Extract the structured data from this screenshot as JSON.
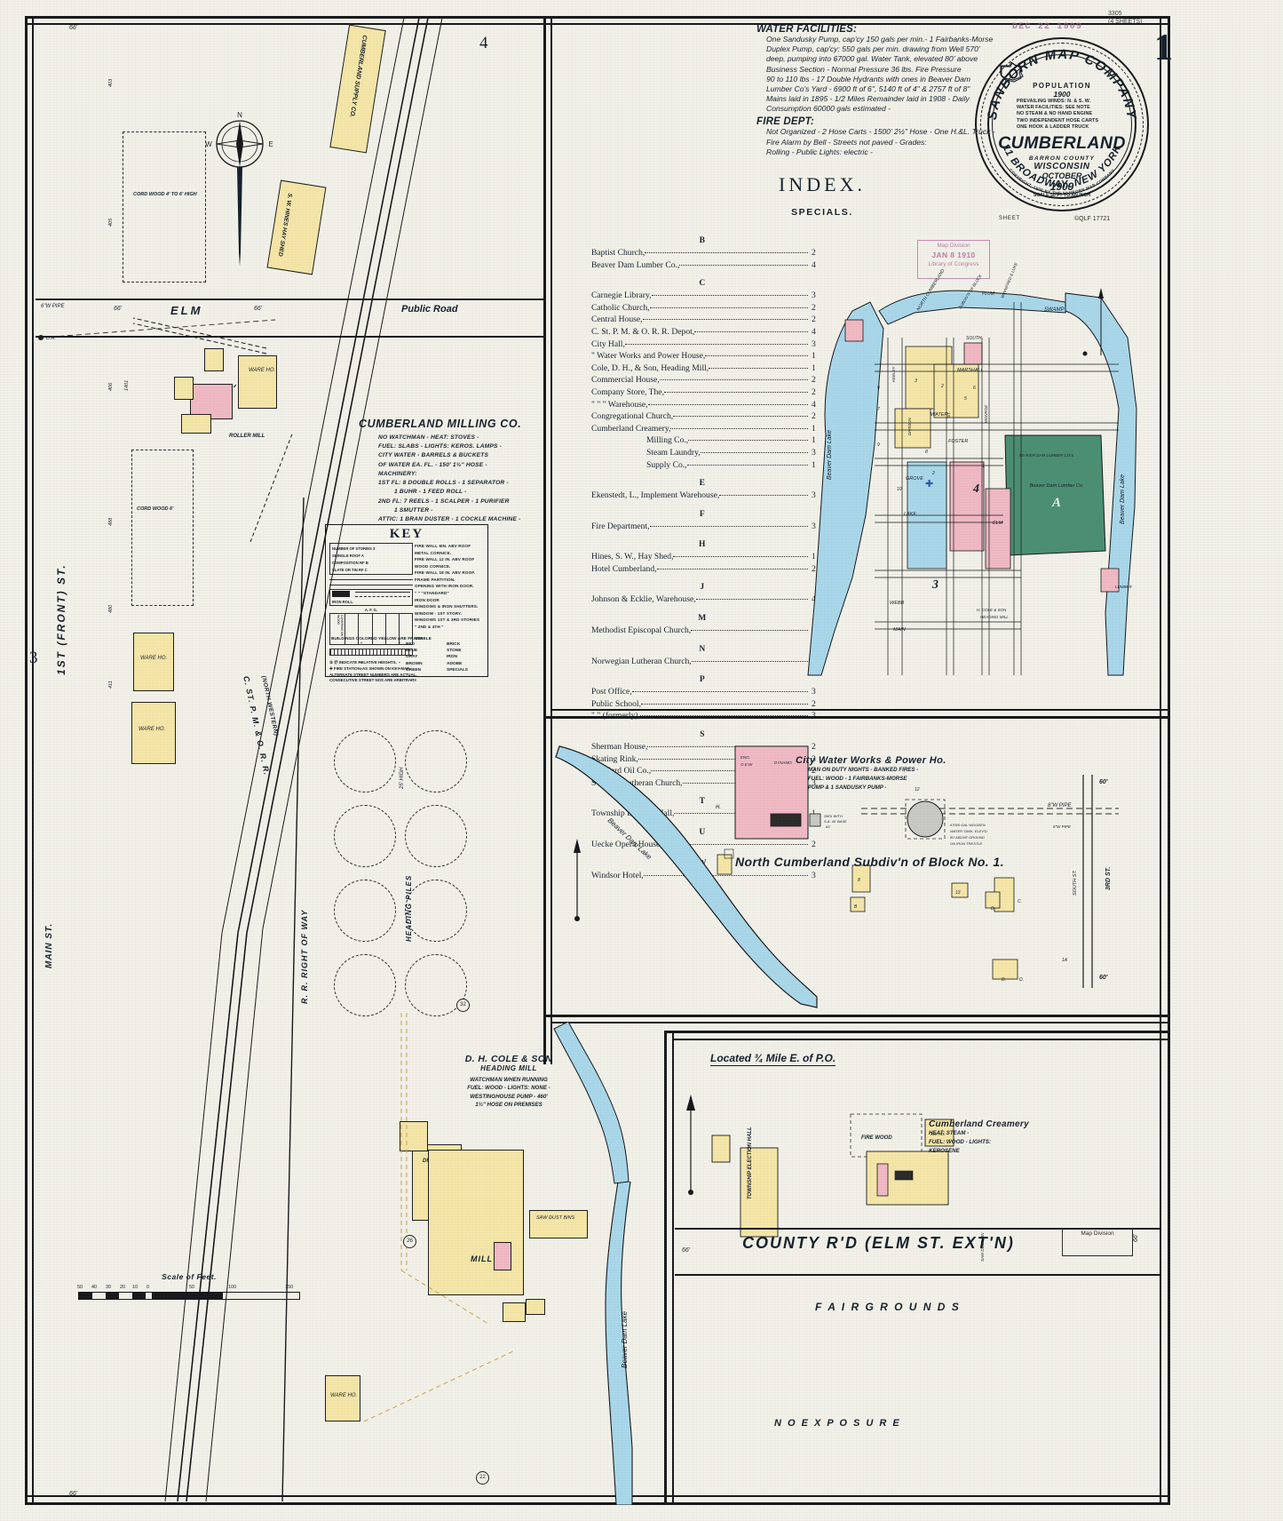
{
  "sheet": {
    "number": "1",
    "code_top": "3305\n(4 SHEETS)",
    "date_stamp": "DEC 22 1909",
    "copyright": "©QLF 17721"
  },
  "library_stamp": {
    "l1": "Map Division",
    "l2": "JAN 8 1910",
    "l3": "Library of Congress"
  },
  "water_facilities": {
    "heading": "WATER FACILITIES:",
    "lines": [
      "One Sandusky Pump, cap'cy 150 gals per min.- 1 Fairbanks-Morse",
      "Duplex Pump, cap'cy: 550 gals per min. drawing from Well 570'",
      "deep, pumping into 67000 gal. Water Tank, elevated 80' above",
      "Business Section - Normal Pressure 36 lbs. Fire Pressure",
      "90 to 110 lbs - 17 Double Hydrants with ones in Beaver Dam",
      "Lumber Co's Yard - 6900 ft of 6\", 5140 ft of 4\" & 2757 ft of 8\"",
      "Mains laid in 1895 - 1/2 Miles Remainder laid in 1908 - Daily",
      "Consumption 60000 gals estimated -"
    ],
    "fire_heading": "FIRE DEPT:",
    "fire_lines": [
      "Not Organized - 2 Hose Carts - 1500' 2½\" Hose - One H.&L. Truck -",
      "Fire Alarm by Bell - Streets not paved - Grades:",
      "Rolling - Public Lights: electric -"
    ]
  },
  "seal": {
    "company": "SANBORN MAP COMPANY",
    "population_label": "POPULATION",
    "population_year": "1900",
    "notes": [
      "PREVAILING WINDS: N. & S. W.",
      "WATER FACILITIES: SEE NOTE",
      "NO STEAM & NO HAND ENGINE",
      "TWO INDEPENDENT HOSE CARTS",
      "ONE HOOK & LADDER TRUCK"
    ],
    "city": "CUMBERLAND",
    "county": "BARRON COUNTY",
    "state": "WISCONSIN",
    "month": "OCTOBER",
    "year": "1909",
    "scale": "SCALE 50 FT TO AN INCH",
    "address": "11 BROADWAY, NEW YORK",
    "copyright_ring": "COPYRIGHT, 1909 BY THE SANBORN MAP COMPANY"
  },
  "index": {
    "title": "INDEX.",
    "subtitle": "SPECIALS.",
    "sheet_label": "SHEET",
    "entries": [
      {
        "letter": "B"
      },
      {
        "name": "Baptist Church,",
        "page": "2",
        "indent": 0
      },
      {
        "name": "Beaver Dam Lumber Co.,",
        "page": "4",
        "indent": 0
      },
      {
        "letter": "C"
      },
      {
        "name": "Carnegie Library,",
        "page": "3",
        "indent": 0
      },
      {
        "name": "Catholic Church,",
        "page": "2",
        "indent": 0
      },
      {
        "name": "Central House,",
        "page": "2",
        "indent": 0
      },
      {
        "name": "C. St. P. M. & O. R. R. Depot,",
        "page": "4",
        "indent": 0
      },
      {
        "name": "City Hall,",
        "page": "3",
        "indent": 0
      },
      {
        "name": "\"    Water Works and Power House,",
        "page": "1",
        "indent": 0
      },
      {
        "name": "Cole, D. H., & Son, Heading Mill,",
        "page": "1",
        "indent": 0
      },
      {
        "name": "Commercial House,",
        "page": "2",
        "indent": 0
      },
      {
        "name": "Company Store, The,",
        "page": "2",
        "indent": 0
      },
      {
        "name": "\"        \"      \"    Warehouse,",
        "page": "4",
        "indent": 0
      },
      {
        "name": "Congregational Church,",
        "page": "2",
        "indent": 0
      },
      {
        "name": "Cumberland Creamery,",
        "page": "1",
        "indent": 0
      },
      {
        "name": "Milling Co.,",
        "page": "1",
        "indent": 2
      },
      {
        "name": "Steam Laundry,",
        "page": "3",
        "indent": 2
      },
      {
        "name": "Supply Co.,",
        "page": "1",
        "indent": 2
      },
      {
        "letter": "E"
      },
      {
        "name": "Ekenstedt, L., Implement Warehouse,",
        "page": "3",
        "indent": 0
      },
      {
        "letter": "F"
      },
      {
        "name": "Fire Department,",
        "page": "3",
        "indent": 0
      },
      {
        "letter": "H"
      },
      {
        "name": "Hines, S. W., Hay Shed,",
        "page": "1",
        "indent": 0
      },
      {
        "name": "Hotel Cumberland,",
        "page": "2",
        "indent": 0
      },
      {
        "letter": "J"
      },
      {
        "name": "Johnson & Ecklie, Warehouse,",
        "page": "4",
        "indent": 0
      },
      {
        "letter": "M"
      },
      {
        "name": "Methodist Episcopal Church,",
        "page": "2",
        "indent": 0
      },
      {
        "letter": "N"
      },
      {
        "name": "Norwegian Lutheran Church,",
        "page": "3",
        "indent": 0
      },
      {
        "letter": "P"
      },
      {
        "name": "Post Office,",
        "page": "3",
        "indent": 0
      },
      {
        "name": "Public School,",
        "page": "2",
        "indent": 0
      },
      {
        "name": "\"        \"     (formerly),",
        "page": "3",
        "indent": 0
      },
      {
        "letter": "S"
      },
      {
        "name": "Sherman House,",
        "page": "2",
        "indent": 0
      },
      {
        "name": "Skating Rink,",
        "page": "3",
        "indent": 0
      },
      {
        "name": "Standard Oil Co.,",
        "page": "2",
        "indent": 0
      },
      {
        "name": "Swedish Lutheran Church,",
        "page": "3",
        "indent": 0
      },
      {
        "letter": "T"
      },
      {
        "name": "Township Election Hall,",
        "page": "1",
        "indent": 0
      },
      {
        "letter": "U"
      },
      {
        "name": "Uecke Opera House,",
        "page": "2",
        "indent": 0
      },
      {
        "letter": "W"
      },
      {
        "name": "Windsor Hotel,",
        "page": "3",
        "indent": 0
      }
    ]
  },
  "key": {
    "title": "KEY",
    "symbol_rows": [
      "NUMBER OF STORIES  3",
      "SHINGLE ROOF        A",
      "COMPOSITION RF  B",
      "SLATE OR TIN RF  C",
      "IRON ROLL.",
      "FIRE WALLS",
      "PILASTER",
      "A.  F.        G.",
      "COVERING ON WOOD"
    ],
    "lines": [
      "FIRE WALL 6IN. ABV ROOF",
      "METAL CORNICE.",
      "FIRE WALL 12 IN. ABV ROOF",
      "WOOD CORNICE.",
      "FIRE WALL 18 IN. ABV ROOF.",
      "FRAME PARTITION.",
      "OPENING WITH IRON DOOR.",
      "   \"      \"  \"STANDARD\"",
      "          IRON DOOR",
      "WINDOWS & IRON SHUTTERS.",
      "WINDOW - 1ST STORY.",
      "WINDOWS 1ST & 3RD STORIES",
      "   \"        2ND & 4TH    \"",
      "STABLE"
    ],
    "color_header": "BUILDINGS COLORED YELLOW ARE FRAME",
    "colors": [
      {
        "c1": "\"",
        "c2": "\"",
        "name": "RED",
        "material": "BRICK"
      },
      {
        "c1": "\"",
        "c2": "\"",
        "name": "BLUE",
        "material": "STONE"
      },
      {
        "c1": "\"",
        "c2": "\"",
        "name": "GRAY",
        "material": "IRON"
      },
      {
        "c1": "\"",
        "c2": "\"",
        "name": "BROWN",
        "material": "ADOBE"
      },
      {
        "c1": "\"",
        "c2": "\"",
        "name": "GREEN",
        "material": "SPECIALS"
      }
    ],
    "footer": [
      "⑤ ㉗ INDICATE RELATIVE HEIGHTS.",
      "✚ FIRE STATION, AS SHOWN ON KEY MAP.",
      "ALTERNATE STREET NUMBERS ARE ACTUAL,",
      "CONSECUTIVE STREET NOS ARE ARBITRARY."
    ]
  },
  "milling": {
    "title": "CUMBERLAND MILLING CO.",
    "lines": [
      "NO  WATCHMAN - HEAT: STOVES -",
      "FUEL: SLABS - LIGHTS: KEROS. LAMPS -",
      "CITY WATER - BARRELS & BUCKETS",
      "OF WATER EA. FL. - 150' 1½\" HOSE -",
      "MACHINERY:",
      "1ST FL: 8 DOUBLE ROLLS - 1 SEPARATOR -",
      "1 BUHR - 1 FEED ROLL -",
      "2ND FL: 7 REELS - 1 SCALPER - 1 PURIFIER",
      "1 SMUTTER -",
      "ATTIC: 1 BRAN DUSTER - 1 COCKLE MACHINE -"
    ]
  },
  "cole_mill": {
    "title": "D. H. COLE & SON",
    "subtitle": "HEADING MILL",
    "lines": [
      "WATCHMAN WHEN RUNNING",
      "FUEL: WOOD - LIGHTS: NONE -",
      "WESTINGHOUSE PUMP - 460'",
      "1½\" HOSE ON PREMISES"
    ]
  },
  "water_works": {
    "title": "City Water Works & Power Ho.",
    "lines": [
      "MAN ON DUTY NIGHTS - BANKED FIRES -",
      "FUEL: WOOD - 1 FAIRBANKS-MORSE",
      "PUMP & 1 SANDUSKY PUMP -"
    ]
  },
  "creamery": {
    "title": "Cumberland Creamery",
    "lines": [
      "HEAT: STEAM -",
      "FUEL: WOOD - LIGHTS:",
      "KEROSENE"
    ]
  },
  "map_labels": {
    "subdiv": "North Cumberland Subdiv'n of Block No. 1.",
    "located": "Located ¾ Mile E. of P.O.",
    "county_rd": "COUNTY  R'D      (ELM  ST. EXT'N)",
    "fair_grounds": "F A I R   G R O U N D S",
    "no_exposure": "N O    E X P O S U R E",
    "map_division": "Map Division",
    "elm": "ELM",
    "public_road": "Public Road",
    "first_front_st": "1ST  (FRONT)  ST.",
    "main_st": "MAIN  ST.",
    "third_st": "3RD   ST.",
    "south_st": "SOUTH ST.",
    "rr_right_of_way": "R. R.  RIGHT  OF  WAY",
    "rr_name": "C. ST. P. M. & O. R. R.",
    "rr_name2": "(NORTH WESTERN)",
    "beaver_dam_lake": "Beaver Dam Lake",
    "beaver_dam_lake2": "Beaver  Dam  Lake",
    "hines_shed": "S. W. HINES HAY SHED",
    "cumberland_supply": "CUMBERLAND SUPPLY CO.",
    "cord_wood_1": "CORD WOOD 4' TO 6' HIGH",
    "cord_wood_2": "CORD WOOD 6'",
    "heading_piles": "HEADING  PILES",
    "ware_ho": "WARE HO.",
    "roller_mill": "ROLLER MILL",
    "dry_kiln": "DRY KILN",
    "mill": "MILL",
    "saw_dust_bins": "SAW DUST BINS",
    "township_election_hall": "TOWNSHIP ELECTION HALL",
    "fire_wood": "FIRE WOOD",
    "scale_title": "Scale of Feet.",
    "scale_ticks": [
      "50",
      "40",
      "30",
      "20",
      "10",
      "0",
      "50",
      "100",
      "150"
    ],
    "dim_66_a": "66'",
    "dim_66_b": "66'",
    "dim_60": "60'",
    "sheet_left": "3",
    "sheet_top": "4",
    "block_4": "4",
    "block_3": "3",
    "block_A": "A",
    "beaver_dam_lumber": "Beaver Dam Lumber Co.",
    "beaver_dam_lumber2": "BEAVER DAM LUMBER CO'S",
    "cole_heading_mill": "H. COLE & SON HEADING MILL",
    "swamp": "SWAMP",
    "marshall": "MARSHALL",
    "foster": "FOSTER",
    "water_st": "WATER",
    "grove": "GROVE",
    "lake_st": "LAKE",
    "elm_st": "ELM",
    "webb": "WEBB",
    "main": "MAIN",
    "plum": "PLUM",
    "south": "SOUTH",
    "north_cumberland": "NORTH CUMBERLAND",
    "lumber_co": "LUMBER CO.",
    "eng_ho_dynamo": "ENG. HO. DYNAMO",
    "gen_ho": "GEN. HO."
  },
  "colors": {
    "paper": "#f2f1e9",
    "ink": "#15202b",
    "frame_yellow": "#f5e6a8",
    "brick_pink": "#f0b9c4",
    "stone_blue": "#a9d7e8",
    "water": "#a9d7ea",
    "iron_gray": "#c9c9c4",
    "stamp_purple": "#b06898"
  }
}
